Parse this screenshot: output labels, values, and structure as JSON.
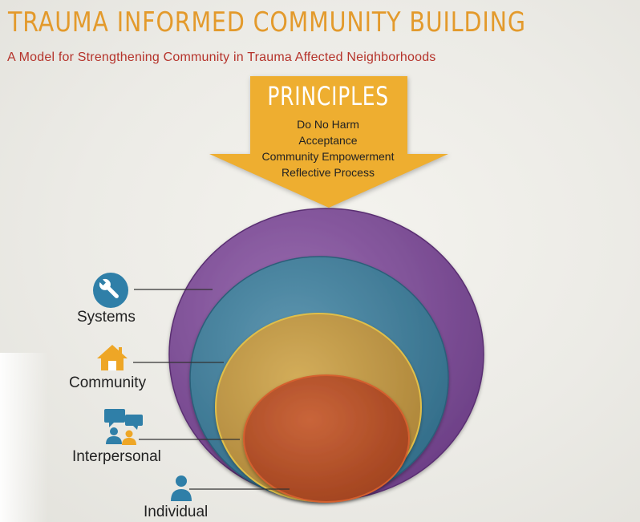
{
  "header": {
    "title": "TRAUMA INFORMED COMMUNITY BUILDING",
    "subtitle": "A Model for Strengthening Community in Trauma Affected Neighborhoods"
  },
  "principles": {
    "title": "PRINCIPLES",
    "items": [
      "Do No Harm",
      "Acceptance",
      "Community Empowerment",
      "Reflective Process"
    ]
  },
  "levels": [
    {
      "label": "Systems",
      "icon": "wrench-icon",
      "color": "#7f4f97"
    },
    {
      "label": "Community",
      "icon": "house-icon",
      "color": "#3f7f9c"
    },
    {
      "label": "Interpersonal",
      "icon": "people-talking-icon",
      "color": "#c19a46"
    },
    {
      "label": "Individual",
      "icon": "person-icon",
      "color": "#b5532b"
    }
  ],
  "colors": {
    "title": "#e39a2c",
    "subtitle": "#b5332b",
    "arrow": "#eeae30",
    "icon_blue": "#2f7fa8",
    "icon_orange": "#eea626"
  }
}
